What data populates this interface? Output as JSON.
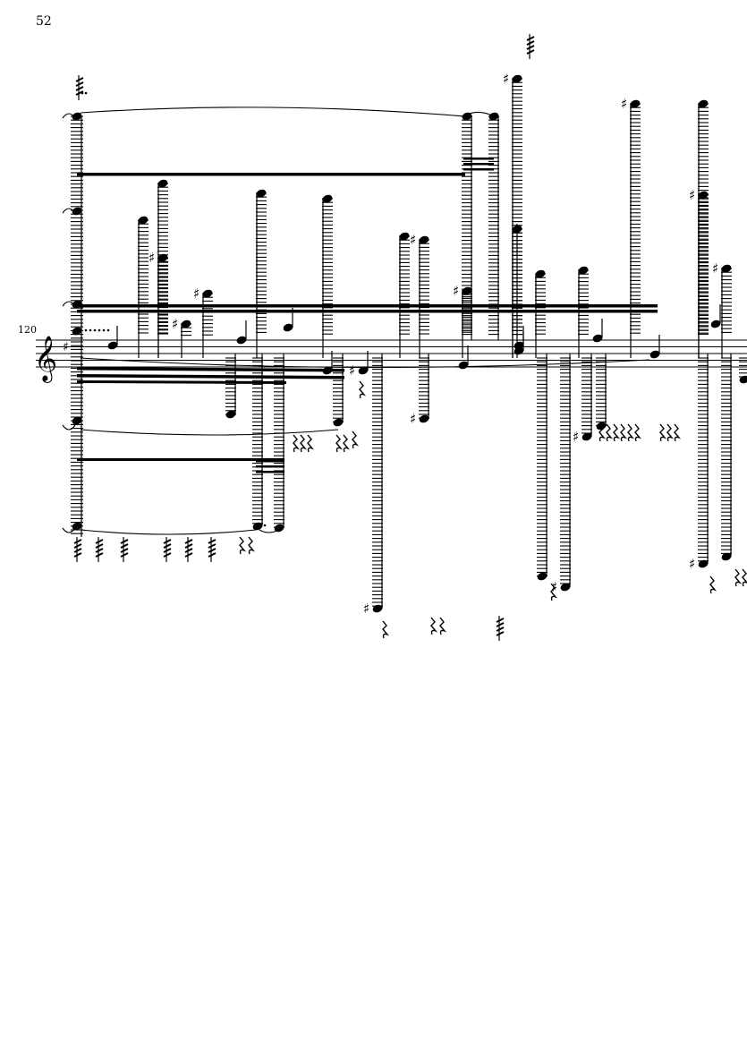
{
  "page": {
    "page_number": "52",
    "measure_number": "120"
  },
  "score": {
    "clef": "treble-clef",
    "key_signature": "F-sharp",
    "accidental_glyph": "♯",
    "notation_color": "#000000"
  }
}
